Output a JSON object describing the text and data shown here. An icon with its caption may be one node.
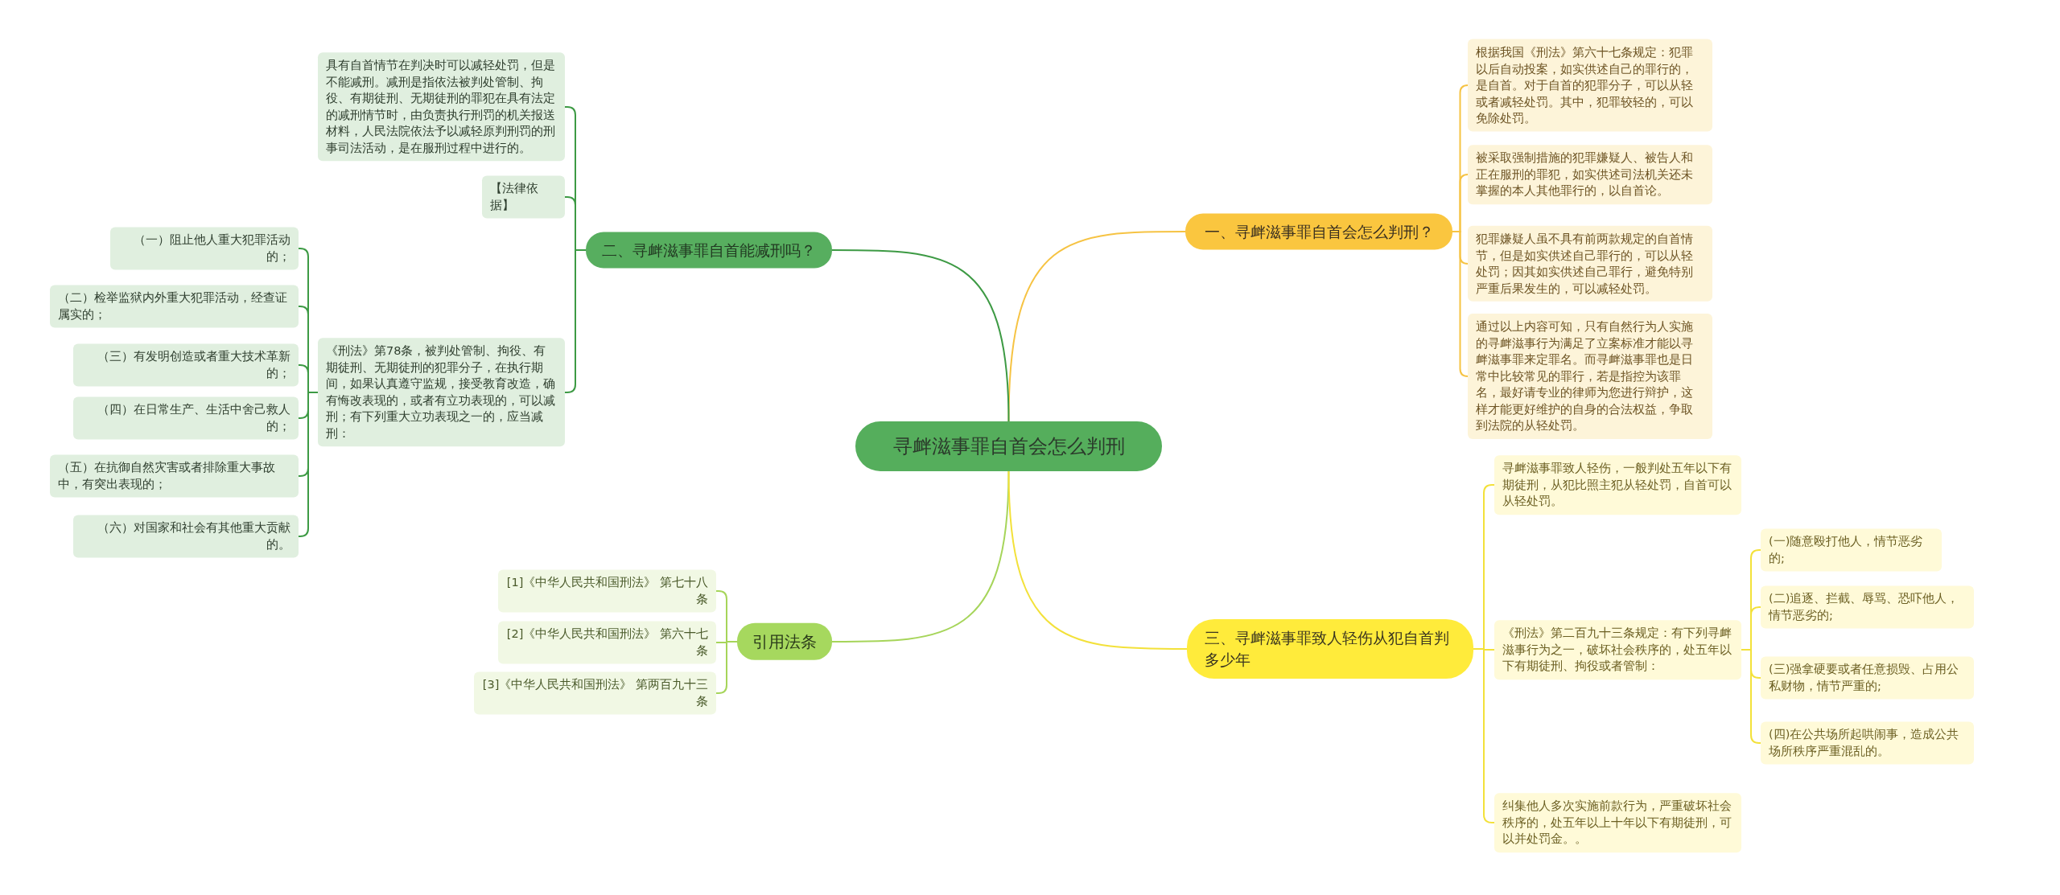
{
  "diagram": {
    "nodes": [
      {
        "text": [
          "寻衅滋事罪自首会怎么判刑"
        ]
      },
      {
        "text": [
          "一、寻衅滋事罪自首会怎么判刑？"
        ]
      },
      {
        "text": [
          "根据我国《刑法》第六十七条规定：犯罪以后自动投案，如实供述自己的罪行的，是自首。对于自首的犯罪分子，可以从轻或者减轻处罚。其中，犯罪较轻的，可以免除处罚。"
        ]
      },
      {
        "text": [
          "被采取强制措施的犯罪嫌疑人、被告人和正在服刑的罪犯，如实供述司法机关还未掌握的本人其他罪行的，以自首论。"
        ]
      },
      {
        "text": [
          "犯罪嫌疑人虽不具有前两款规定的自首情节，但是如实供述自己罪行的，可以从轻处罚；因其如实供述自己罪行，避免特别严重后果发生的，可以减轻处罚。"
        ]
      },
      {
        "text": [
          "通过以上内容可知，只有自然行为人实施的寻衅滋事行为满足了立案标准才能以寻衅滋事罪来定罪名。而寻衅滋事罪也是日常中比较常见的罪行，若是指控为该罪名，最好请专业的律师为您进行辩护，这样才能更好维护的自身的合法权益，争取到法院的从轻处罚。"
        ]
      },
      {
        "text": [
          "二、寻衅滋事罪自首能减刑吗？"
        ]
      },
      {
        "text": [
          "具有自首情节在判决时可以减轻处罚，但是不能减刑。减刑是指依法被判处管制、拘役、有期徒刑、无期徒刑的罪犯在具有法定的减刑情节时，由负责执行刑罚的机关报送材料，人民法院依法予以减轻原判刑罚的刑事司法活动，是在服刑过程中进行的。"
        ]
      },
      {
        "text": [
          "【法律依据】"
        ]
      },
      {
        "text": [
          "《刑法》第78条，被判处管制、拘役、有期徒刑、无期徒刑的犯罪分子，在执行期间，如果认真遵守监规，接受教育改造，确有悔改表现的，或者有立功表现的，可以减刑；有下列重大立功表现之一的，应当减刑："
        ]
      },
      {
        "text": [
          "（一）阻止他人重大犯罪活动的；"
        ]
      },
      {
        "text": [
          "（二）检举监狱内外重大犯罪活动，经查证属实的；"
        ]
      },
      {
        "text": [
          "（三）有发明创造或者重大技术革新的；"
        ]
      },
      {
        "text": [
          "（四）在日常生产、生活中舍己救人的；"
        ]
      },
      {
        "text": [
          "（五）在抗御自然灾害或者排除重大事故中，有突出表现的；"
        ]
      },
      {
        "text": [
          "（六）对国家和社会有其他重大贡献的。"
        ]
      },
      {
        "text": [
          "引用法条"
        ]
      },
      {
        "text": [
          "[1]《中华人民共和国刑法》 第七十八条"
        ]
      },
      {
        "text": [
          "[2]《中华人民共和国刑法》 第六十七条"
        ]
      },
      {
        "text": [
          "[3]《中华人民共和国刑法》 第两百九十三条"
        ]
      },
      {
        "text": [
          "三、寻衅滋事罪致人轻伤从犯自首判多少年"
        ]
      },
      {
        "text": [
          "寻衅滋事罪致人轻伤，一般判处五年以下有期徒刑，从犯比照主犯从轻处罚，自首可以从轻处罚。"
        ]
      },
      {
        "text": [
          "《刑法》第二百九十三条规定：有下列寻衅滋事行为之一，破坏社会秩序的，处五年以下有期徒刑、拘役或者管制："
        ]
      },
      {
        "text": [
          "(一)随意殴打他人，情节恶劣的;"
        ]
      },
      {
        "text": [
          "(二)追逐、拦截、辱骂、恐吓他人，情节恶劣的;"
        ]
      },
      {
        "text": [
          "(三)强拿硬要或者任意损毁、占用公私财物，情节严重的;"
        ]
      },
      {
        "text": [
          "(四)在公共场所起哄闹事，造成公共场所秩序严重混乱的。"
        ]
      },
      {
        "text": [
          "纠集他人多次实施前款行为，严重破坏社会秩序的，处五年以上十年以下有期徒刑，可以并处罚金。。"
        ]
      }
    ],
    "edges": [
      {
        "from": 0,
        "to": 1,
        "arrow": "none",
        "color": "#f6c343"
      },
      {
        "from": 1,
        "to": 2,
        "arrow": "none",
        "color": "#f6c343"
      },
      {
        "from": 1,
        "to": 3,
        "arrow": "none",
        "color": "#f6c343"
      },
      {
        "from": 1,
        "to": 4,
        "arrow": "none",
        "color": "#f6c343"
      },
      {
        "from": 1,
        "to": 5,
        "arrow": "none",
        "color": "#f6c343"
      },
      {
        "from": 0,
        "to": 6,
        "arrow": "none",
        "color": "#3d9a44"
      },
      {
        "from": 6,
        "to": 7,
        "arrow": "none",
        "color": "#3d9a44"
      },
      {
        "from": 6,
        "to": 8,
        "arrow": "none",
        "color": "#3d9a44"
      },
      {
        "from": 6,
        "to": 9,
        "arrow": "none",
        "color": "#3d9a44"
      },
      {
        "from": 9,
        "to": 10,
        "arrow": "none",
        "color": "#3d9a44"
      },
      {
        "from": 9,
        "to": 11,
        "arrow": "none",
        "color": "#3d9a44"
      },
      {
        "from": 9,
        "to": 12,
        "arrow": "none",
        "color": "#3d9a44"
      },
      {
        "from": 9,
        "to": 13,
        "arrow": "none",
        "color": "#3d9a44"
      },
      {
        "from": 9,
        "to": 14,
        "arrow": "none",
        "color": "#3d9a44"
      },
      {
        "from": 9,
        "to": 15,
        "arrow": "none",
        "color": "#3d9a44"
      },
      {
        "from": 0,
        "to": 16,
        "arrow": "none",
        "color": "#a6d55a"
      },
      {
        "from": 16,
        "to": 17,
        "arrow": "none",
        "color": "#a6d55a"
      },
      {
        "from": 16,
        "to": 18,
        "arrow": "none",
        "color": "#a6d55a"
      },
      {
        "from": 16,
        "to": 19,
        "arrow": "none",
        "color": "#a6d55a"
      },
      {
        "from": 0,
        "to": 20,
        "arrow": "none",
        "color": "#f3e13a"
      },
      {
        "from": 20,
        "to": 21,
        "arrow": "none",
        "color": "#f3e13a"
      },
      {
        "from": 20,
        "to": 22,
        "arrow": "none",
        "color": "#f3e13a"
      },
      {
        "from": 20,
        "to": 27,
        "arrow": "none",
        "color": "#f3e13a"
      },
      {
        "from": 22,
        "to": 23,
        "arrow": "none",
        "color": "#f3e13a"
      },
      {
        "from": 22,
        "to": 24,
        "arrow": "none",
        "color": "#f3e13a"
      },
      {
        "from": 22,
        "to": 25,
        "arrow": "none",
        "color": "#f3e13a"
      },
      {
        "from": 22,
        "to": 26,
        "arrow": "none",
        "color": "#f3e13a"
      }
    ]
  }
}
